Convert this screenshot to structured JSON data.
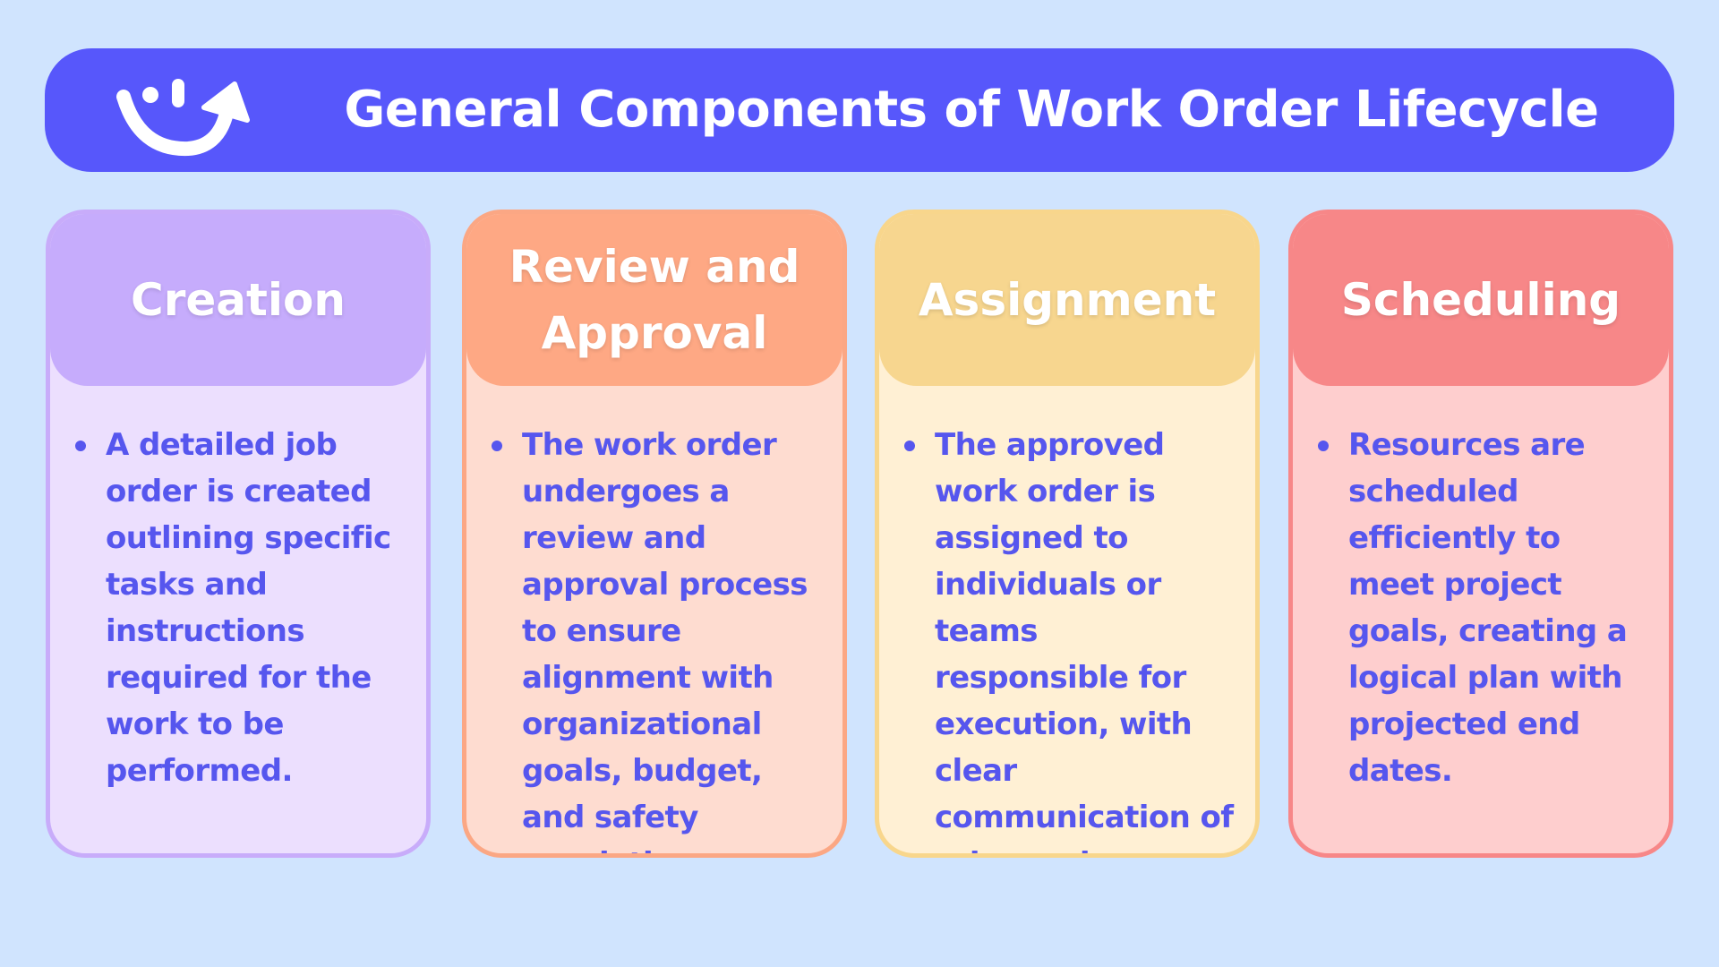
{
  "header": {
    "title": "General Components of Work Order Lifecycle",
    "logo_icon": "smile-arrow-icon"
  },
  "colors": {
    "background": "#d0e4fe",
    "banner": "#5757fb",
    "text_accent": "#5656ee",
    "creation": "#c6acfc",
    "review": "#fea884",
    "assignment": "#f7d68f",
    "scheduling": "#f78788"
  },
  "cards": [
    {
      "title": "Creation",
      "bullets": [
        "A detailed job order is created outlining specific tasks and instructions required for the work to be performed."
      ]
    },
    {
      "title": "Review and Approval",
      "bullets": [
        "The work order undergoes a review and approval process to ensure alignment with organizational goals, budget, and safety regulations."
      ]
    },
    {
      "title": "Assignment",
      "bullets": [
        "The approved work order is assigned to individuals or teams responsible for execution, with clear communication of roles and responsibilities."
      ]
    },
    {
      "title": "Scheduling",
      "bullets": [
        "Resources are scheduled efficiently to meet project goals, creating a logical plan with projected end dates."
      ]
    }
  ]
}
